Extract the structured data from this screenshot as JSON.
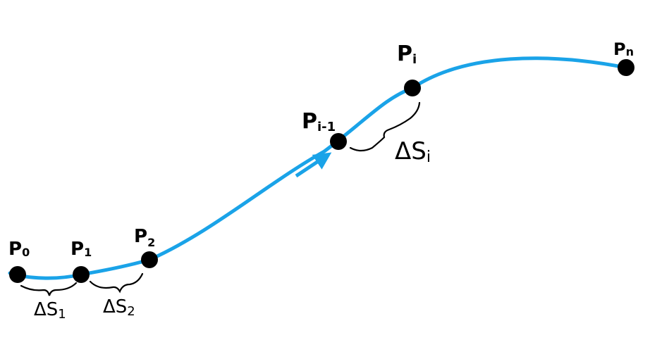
{
  "colors": {
    "curve": "#1aa3e8",
    "point": "#000000",
    "background": "#ffffff"
  },
  "points": [
    {
      "label": "P",
      "sub": "0"
    },
    {
      "label": "P",
      "sub": "1"
    },
    {
      "label": "P",
      "sub": "2"
    },
    {
      "label": "P",
      "sub": "i-1"
    },
    {
      "label": "P",
      "sub": "i"
    },
    {
      "label": "P",
      "sub": "n"
    }
  ],
  "segments": [
    {
      "label": "ΔS",
      "sub": "1"
    },
    {
      "label": "ΔS",
      "sub": "2"
    },
    {
      "label": "ΔS",
      "sub": "i"
    }
  ],
  "arrow": "arrowhead-icon"
}
